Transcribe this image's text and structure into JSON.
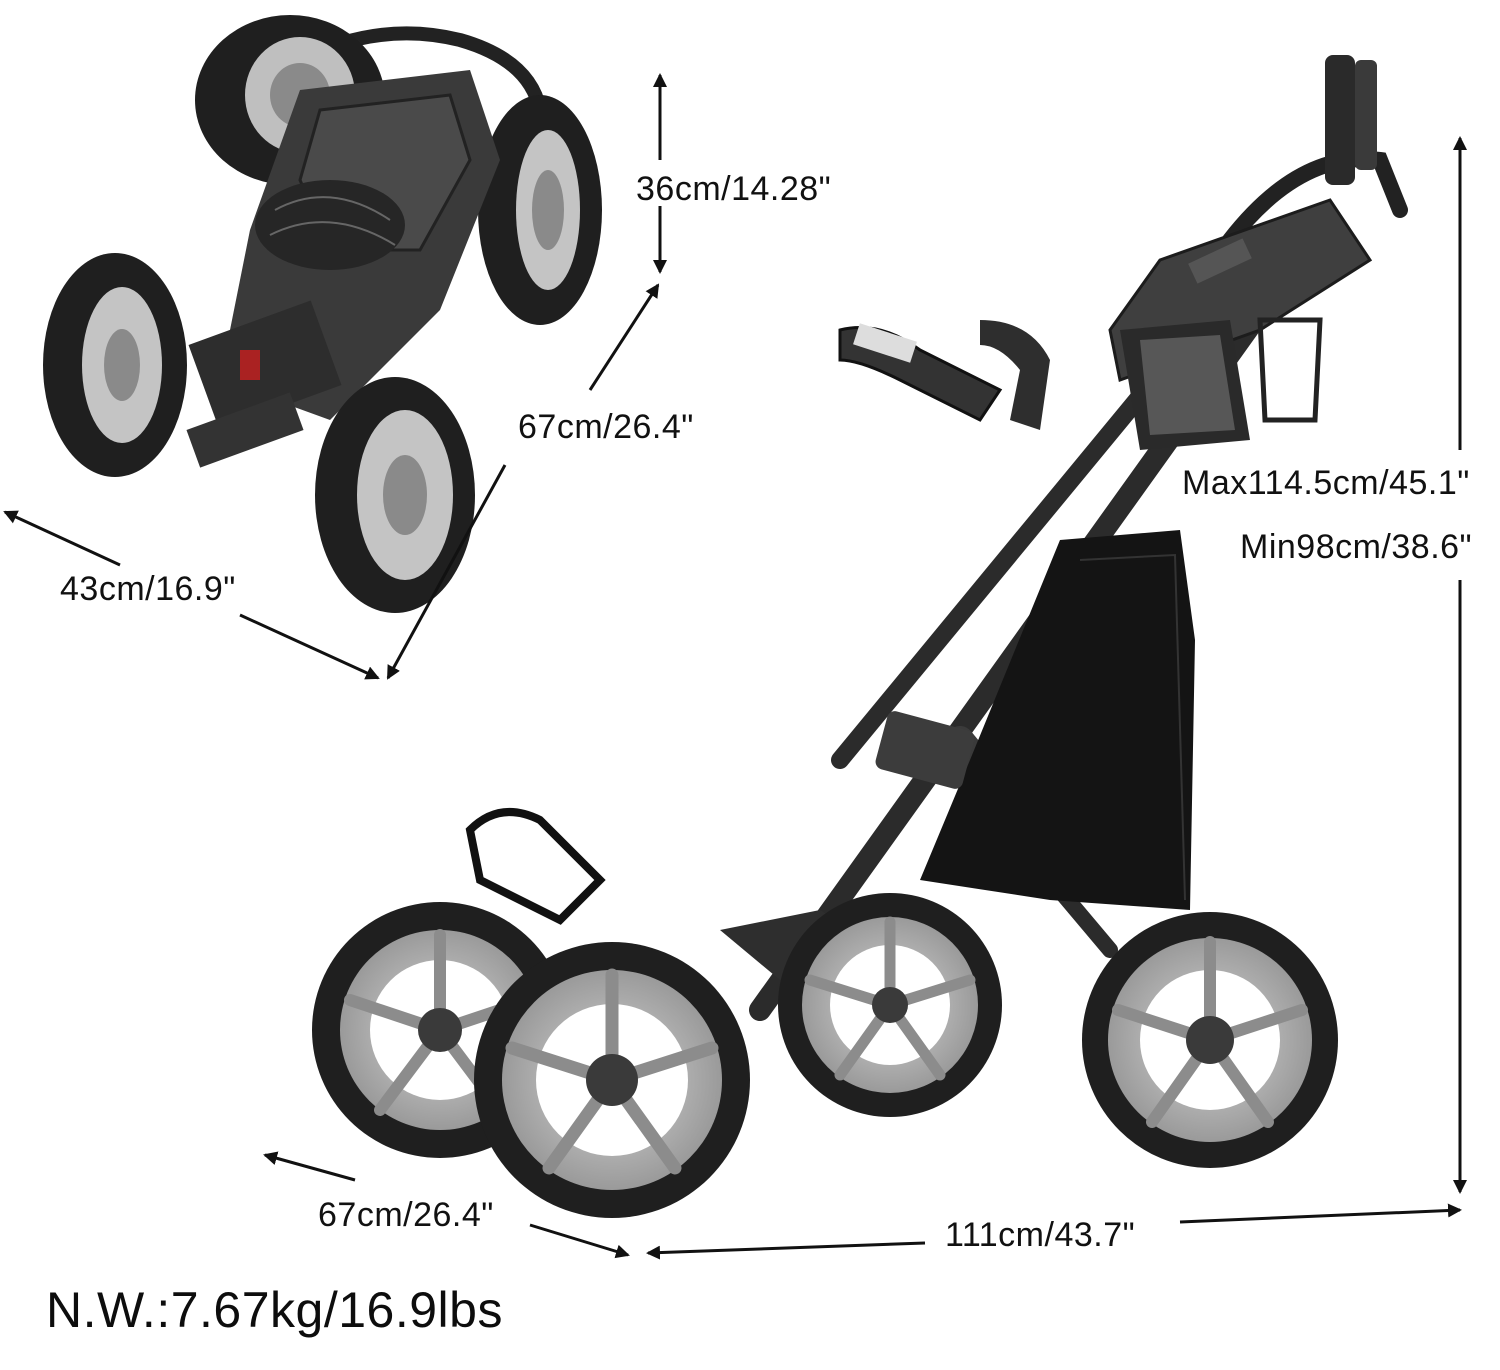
{
  "dimensions": {
    "folded_height": "36cm/14.28\"",
    "folded_length": "67cm/26.4\"",
    "folded_width": "43cm/16.9\"",
    "max_height": "Max114.5cm/45.1\"",
    "min_height": "Min98cm/38.6\"",
    "open_width": "67cm/26.4\"",
    "open_length": "111cm/43.7\""
  },
  "net_weight": "N.W.:7.67kg/16.9lbs",
  "colors": {
    "frame": "#2b2b2b",
    "tire": "#1f1f1f",
    "rim": "#b8b8b8",
    "arrow": "#111111"
  }
}
